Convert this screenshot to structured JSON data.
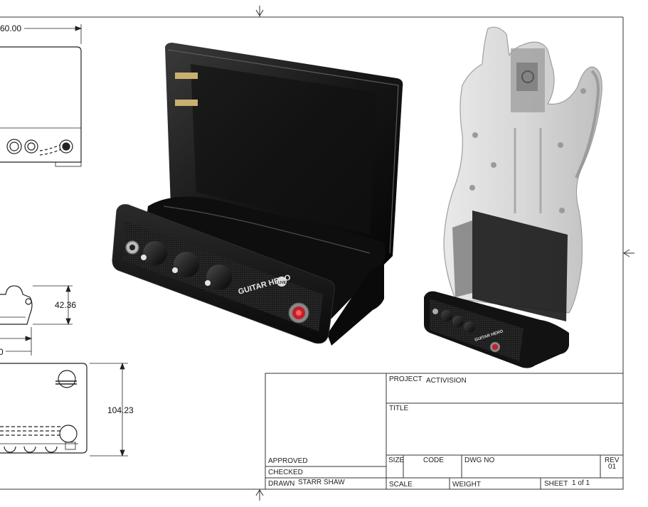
{
  "dimensions": {
    "top_width": "60.00",
    "side_height": "42.36",
    "front_height": "104.23",
    "partial_bottom": "0"
  },
  "product": {
    "brand_text": "GUITAR HERO",
    "brand_badge": "LIVE"
  },
  "title_block": {
    "project_label": "PROJECT",
    "project_value": "ACTIVISION",
    "title_label": "TITLE",
    "approved_label": "APPROVED",
    "checked_label": "CHECKED",
    "drawn_label": "DRAWN",
    "drawn_value": "STARR SHAW",
    "size_label": "SIZE",
    "code_label": "CODE",
    "dwg_label": "DWG  NO",
    "rev_label": "REV",
    "rev_value": "01",
    "scale_label": "SCALE",
    "weight_label": "WEIGHT",
    "sheet_label": "SHEET",
    "sheet_value": "1 of 1"
  },
  "colors": {
    "stand_body": "#141414",
    "guitar_body": "#dcdcdc",
    "jack_red": "#c0202a",
    "label_gold": "#c9b070"
  }
}
